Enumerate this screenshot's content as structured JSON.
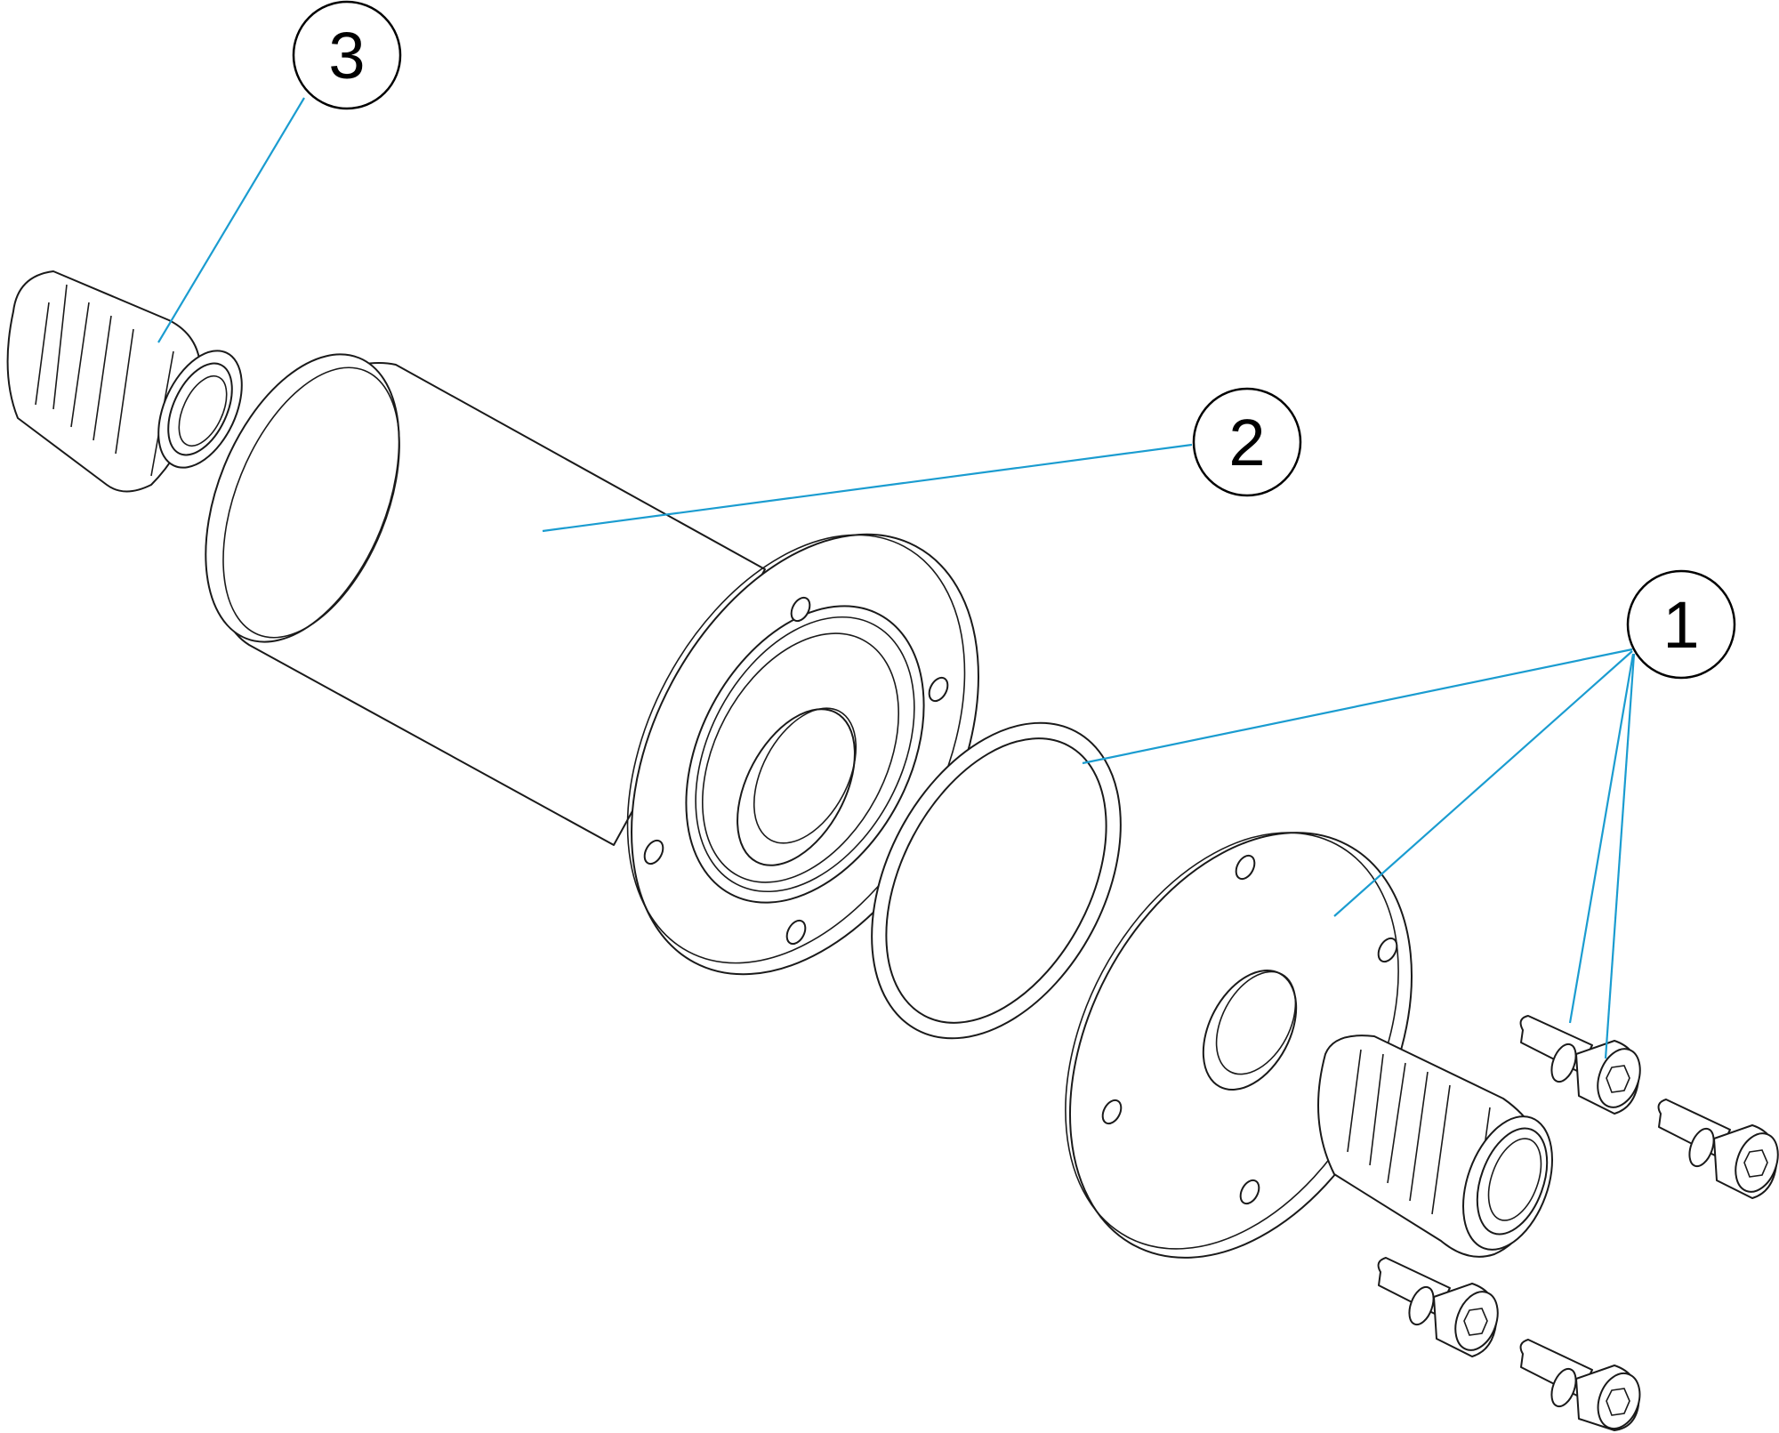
{
  "colors": {
    "leader": "#1a9cd0",
    "outline": "#1a1a1a",
    "background": "#ffffff"
  },
  "callouts": [
    {
      "label": "1",
      "part": "end-cap-plate-o-ring-and-screws"
    },
    {
      "label": "2",
      "part": "cylindrical-housing-with-flange"
    },
    {
      "label": "3",
      "part": "cable-gland"
    }
  ]
}
